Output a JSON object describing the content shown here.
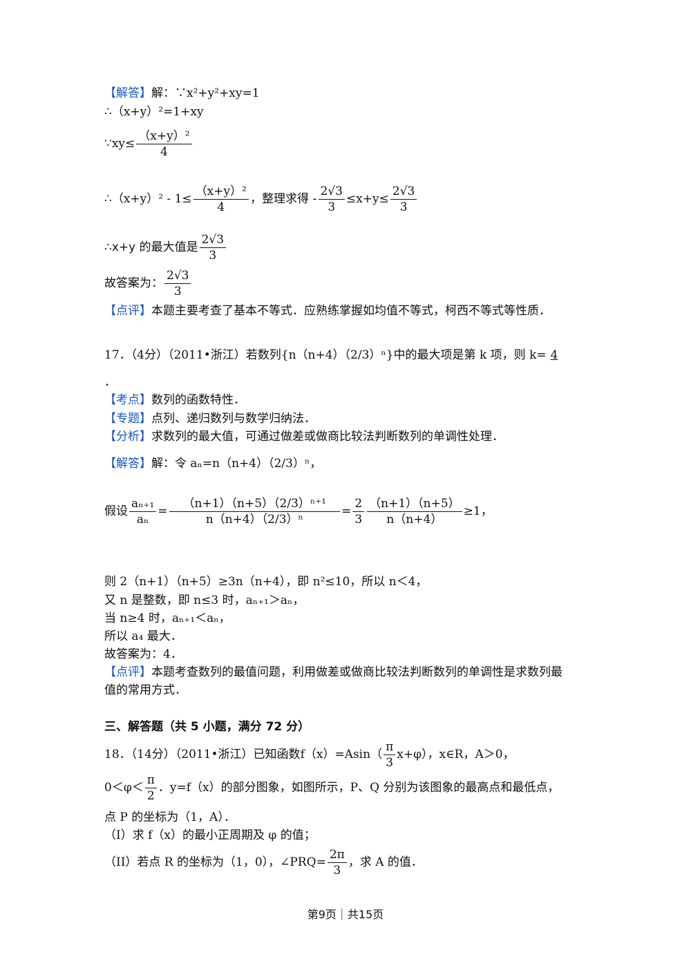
{
  "p16": {
    "sol_tag": "【解答】",
    "sol_text": "解：∵x²+y²+xy=1",
    "l2": "∴（x+y）²=1+xy",
    "l3_prefix": "∵xy≤",
    "l3_num": "（x+y）²",
    "l3_den": "4",
    "l4_prefix": "∴（x+y）² - 1≤",
    "l4_num": "（x+y）²",
    "l4_den": "4",
    "l4_mid": "，整理求得 -",
    "frac_num": "2√3",
    "frac_den": "3",
    "l4_rel": "≤x+y≤",
    "l5_prefix": "∴x+y 的最大值是",
    "l6_prefix": "故答案为：",
    "review_tag": "【点评】",
    "review_text": "本题主要考查了基本不等式．应熟练掌握如均值不等式，柯西不等式等性质．"
  },
  "p17": {
    "stem_prefix": "17．（4分）（2011•浙江）若数列",
    "stem_seq": "{n（n+4）（2/3）ⁿ}",
    "stem_suffix": "中的最大项是第 k 项，则 k=",
    "answer": "4",
    "dot": "．",
    "point_tag": "【考点】",
    "point_text": "数列的函数特性．",
    "topic_tag": "【专题】",
    "topic_text": "点列、递归数列与数学归纳法．",
    "analysis_tag": "【分析】",
    "analysis_text": "求数列的最大值，可通过做差或做商比较法判断数列的单调性处理．",
    "sol_tag": "【解答】",
    "sol_let": "解：令 aₙ=n（n+4）（2/3）ⁿ，",
    "assume_prefix": "假设",
    "ratio_lhs_num": "aₙ₊₁",
    "ratio_lhs_den": "aₙ",
    "ratio_mid_num": "（n+1）（n+5）（2/3）ⁿ⁺¹",
    "ratio_mid_den": "n（n+4）（2/3）ⁿ",
    "ratio_rhs_coef_num": "2",
    "ratio_rhs_coef_den": "3",
    "ratio_rhs_num": "（n+1）（n+5）",
    "ratio_rhs_den": "n（n+4）",
    "ratio_tail": "≥1，",
    "then_text": "则 2（n+1）（n+5）≥3n（n+4），即 n²≤10，所以 n＜4，",
    "int_text": "又 n 是整数，即 n≤3 时，aₙ₊₁＞aₙ，",
    "when_text": "当 n≥4 时，aₙ₊₁＜aₙ，",
    "so_text": "所以 a₄ 最大．",
    "ans_text": "故答案为：4．",
    "review_tag": "【点评】",
    "review_text1": "本题考查数列的最值问题，利用做差或做商比较法判断数列的单调性是求数列最",
    "review_text2": "值的常用方式．"
  },
  "section3": {
    "heading": "三、解答题（共 5 小题，满分 72 分）"
  },
  "p18": {
    "stem_prefix": "18．（14分）（2011•浙江）已知函数",
    "func_head": "f（x）=Asin（",
    "pi_num": "π",
    "pi_den": "3",
    "func_tail": "x+φ），x∈R，A＞0，",
    "cond_prefix": "0＜φ＜",
    "half_pi_num": "π",
    "half_pi_den": "2",
    "cond_suffix": "．y=f（x）的部分图象，如图所示，P、Q 分别为该图象的最高点和最低点，",
    "point_p": "点 P 的坐标为（1，A）．",
    "q1": "（I）求 f（x）的最小正周期及 φ 的值；",
    "q2_prefix": "（II）若点 R 的坐标为（1，0），∠PRQ=",
    "q2_num": "2π",
    "q2_den": "3",
    "q2_suffix": "，求 A 的值．"
  },
  "footer": {
    "page_text": "第9页｜共15页"
  }
}
